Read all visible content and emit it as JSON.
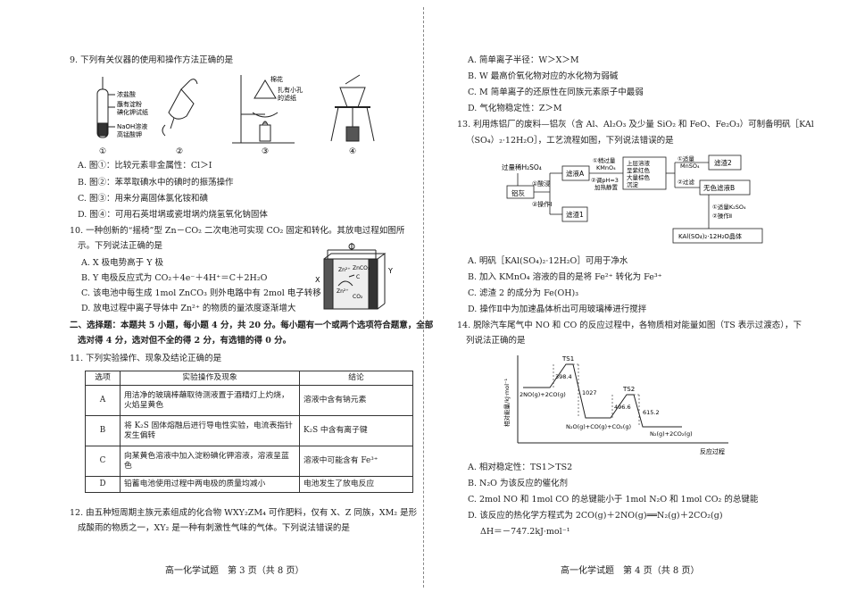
{
  "left": {
    "q9": {
      "stem": "9. 下列有关仪器的使用和操作方法正确的是",
      "fig_labels": [
        "浓盐酸",
        "蘸有淀粉",
        "碘化钾试纸",
        "NaOH溶液",
        "高锰酸钾",
        "棉花",
        "扎有小孔",
        "的滤纸"
      ],
      "fig_nums": [
        "①",
        "②",
        "③",
        "④"
      ],
      "options": [
        "A. 图①：比较元素非金属性：Cl＞I",
        "B. 图②：苯萃取碘水中的碘时的振荡操作",
        "C. 图③：用来分离固体氯化铵和碘",
        "D. 图④：可用石英坩埚或瓷坩埚灼烧氢氧化钠固体"
      ]
    },
    "q10": {
      "stem_lines": [
        "10. 一种创新的“摇椅”型 Zn－CO₂ 二次电池可实现 CO₂ 固定和转化。其放电过程如图所",
        "示。下列说法正确的是"
      ],
      "options": [
        "A. X 极电势高于 Y 极",
        "B. Y 电极反应式为 CO₂＋4e⁻＋4H⁺＝C＋2H₂O",
        "C. 该电池中每生成 1mol ZnCO₃ 则外电路中有 2mol 电子转移",
        "D. 放电过程中离子导体中 Zn²⁺ 的物质的量浓度逐渐增大"
      ],
      "fig_labels": [
        "X",
        "Y",
        "Zn²⁺",
        "ZnCO₃",
        "C",
        "CO₂",
        "Zn²⁺"
      ]
    },
    "section2": {
      "line1": "二、选择题：本题共 5 小题，每小题 4 分，共 20 分。每小题有一个或两个选项符合题意，全部",
      "line2": "选对得 4 分，选对但不全的得 2 分，有选错的得 0 分。"
    },
    "q11": {
      "stem": "11. 下列实验操作、现象及结论正确的是",
      "headers": [
        "选项",
        "实验操作及现象",
        "结论"
      ],
      "rows": [
        {
          "opt": "A",
          "op1": "用洁净的玻璃棒蘸取待测液置于酒精灯上灼烧，",
          "op2": "火焰呈黄色",
          "con": "溶液中含有钠元素"
        },
        {
          "opt": "B",
          "op1": "将 K₂S 固体熔融后进行导电性实验，电流表指针",
          "op2": "发生偏转",
          "con": "K₂S 中含有离子键"
        },
        {
          "opt": "C",
          "op1": "向某黄色溶液中加入淀粉碘化钾溶液，溶液呈蓝",
          "op2": "色",
          "con": "溶液中可能含有 Fe³⁺"
        },
        {
          "opt": "D",
          "op1": "铅蓄电池使用过程中两电极的质量均减小",
          "op2": "",
          "con": "电池发生了放电反应"
        }
      ]
    },
    "q12": {
      "line1": "12. 由五种短周期主族元素组成的化合物 WXY₂ZM₄ 可作肥料，仅有 X、Z 同族，XM₂ 是形",
      "line2": "成酸雨的物质之一，XY₂ 是一种有刺激性气味的气体。下列说法错误的是"
    },
    "footer": "高一化学试题　第 3 页（共 8 页）"
  },
  "right": {
    "q12_options": [
      "A. 简单离子半径：W＞X＞M",
      "B. W 最高价氧化物对应的水化物为弱碱",
      "C. M 简单离子的还原性在同族元素原子中最弱",
      "D. 气化物稳定性：Z＞M"
    ],
    "q13": {
      "line1": "13. 利用炼铝厂的废料—铝灰（含 Al、Al₂O₃ 及少量 SiO₂ 和 FeO、Fe₂O₃）可制备明矾［KAl",
      "line2": "（SO₄）₂·12H₂O］，工艺流程如图，下列说法错误的是",
      "flow": {
        "input": "过量稀H₂SO₄",
        "start": "铝灰",
        "step1a": "①酸浸",
        "step1b": "②操作Ⅰ",
        "filtrateA": "滤液A",
        "residue1": "滤渣1",
        "step2": [
          "①稍过量",
          "KMnO₄",
          "②调pH=3",
          "加热静置"
        ],
        "layer": [
          "上层溶液",
          "呈紫红色",
          "大量棕色",
          "沉淀"
        ],
        "step3": [
          "①适量",
          "MnSO₄",
          "②过滤"
        ],
        "residue2": "滤渣2",
        "filtrateB": "无色滤液B",
        "step4": [
          "①适量K₂SO₄",
          "②操作Ⅱ"
        ],
        "product": "KAl(SO₄)₂·12H₂O晶体"
      },
      "options": [
        "A. 明矾［KAl(SO₄)₂·12H₂O］可用于净水",
        "B. 加入 KMnO₄ 溶液的目的是将 Fe²⁺ 转化为 Fe³⁺",
        "C. 滤渣 2 的成分为 Fe(OH)₃",
        "D. 操作Ⅱ中为加速晶体析出可用玻璃棒进行搅拌"
      ]
    },
    "q14": {
      "line1": "14. 脱除汽车尾气中 NO 和 CO 的反应过程中，各物质相对能量如图（TS 表示过渡态），下",
      "line2": "列说法正确的是",
      "energy": {
        "ylabel": "相对能量/kJ·mol⁻¹",
        "xlabel": "反应过程",
        "states": [
          "2NO(g)+2CO(g)",
          "TS1",
          "N₂O(g)+CO(g)+CO₂(g)",
          "TS2",
          "N₂(g)+2CO₂(g)"
        ],
        "values": [
          "398.4",
          "1027",
          "496.6",
          "615.2"
        ]
      },
      "options": [
        "A. 相对稳定性：TS1＞TS2",
        "B. N₂O 为该反应的催化剂",
        "C. 2mol NO 和 1mol CO 的总键能小于 1mol N₂O 和 1mol CO₂ 的总键能",
        "D. 该反应的热化学方程式为 2CO(g)＋2NO(g)══N₂(g)＋2CO₂(g)"
      ],
      "dh": "ΔH＝－747.2kJ·mol⁻¹"
    },
    "footer": "高一化学试题　第 4 页（共 8 页）"
  }
}
